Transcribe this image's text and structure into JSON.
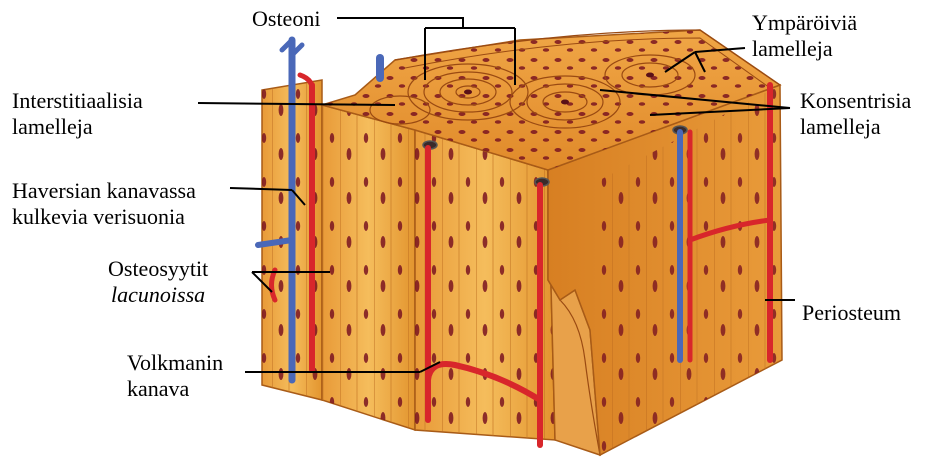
{
  "labels": {
    "osteoni": "Osteoni",
    "ymparoivia": [
      "Ympäröiviä",
      "lamelleja"
    ],
    "interstitiaalisia": [
      "Interstitiaalisia",
      "lamelleja"
    ],
    "konsentrisia": [
      "Konsentrisia",
      "lamelleja"
    ],
    "haversian": [
      "Haversian kanavassa",
      "kulkevia verisuonia"
    ],
    "osteosyytit": [
      "Osteosyytit",
      "lacunoissa"
    ],
    "periosteum": "Periosteum",
    "volkmanin": [
      "Volkmanin",
      "kanava"
    ]
  },
  "colors": {
    "bone_light": "#f3b24a",
    "bone_mid": "#e3912f",
    "bone_dark": "#b8661c",
    "lamella_line": "#9a4a12",
    "lacuna": "#7a1420",
    "artery": "#d8262b",
    "vein": "#4a68b8"
  }
}
